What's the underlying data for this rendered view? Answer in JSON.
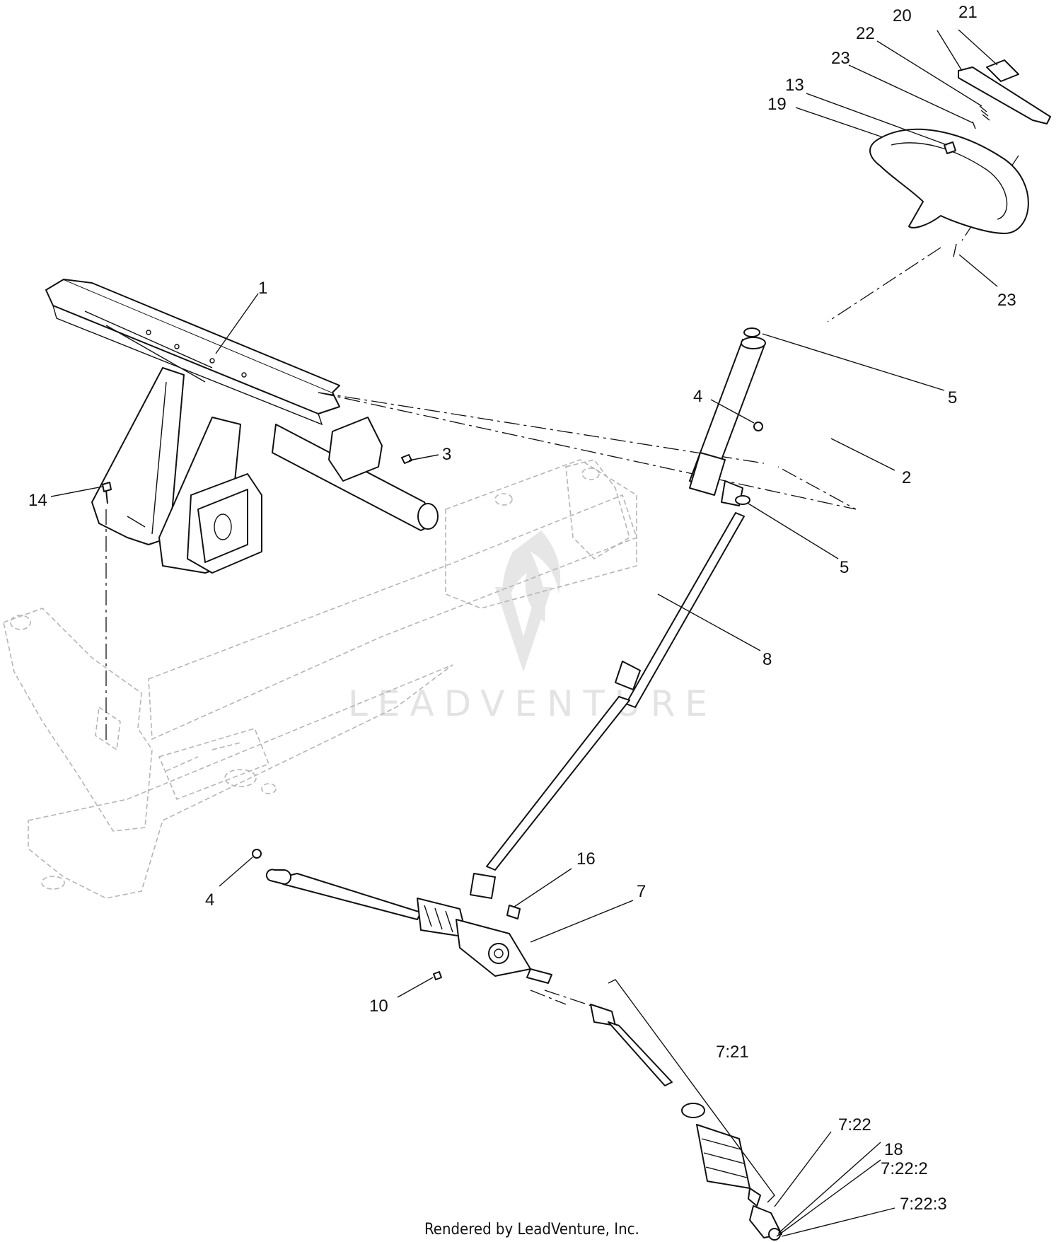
{
  "diagram": {
    "callouts": [
      {
        "id": "c1",
        "label": "1"
      },
      {
        "id": "c2",
        "label": "2"
      },
      {
        "id": "c3",
        "label": "3"
      },
      {
        "id": "c4a",
        "label": "4"
      },
      {
        "id": "c4b",
        "label": "4"
      },
      {
        "id": "c5a",
        "label": "5"
      },
      {
        "id": "c5b",
        "label": "5"
      },
      {
        "id": "c7",
        "label": "7"
      },
      {
        "id": "c8",
        "label": "8"
      },
      {
        "id": "c10",
        "label": "10"
      },
      {
        "id": "c13",
        "label": "13"
      },
      {
        "id": "c14",
        "label": "14"
      },
      {
        "id": "c16",
        "label": "16"
      },
      {
        "id": "c18",
        "label": "18"
      },
      {
        "id": "c19",
        "label": "19"
      },
      {
        "id": "c20",
        "label": "20"
      },
      {
        "id": "c21",
        "label": "21"
      },
      {
        "id": "c22",
        "label": "22"
      },
      {
        "id": "c23a",
        "label": "23"
      },
      {
        "id": "c23b",
        "label": "23"
      },
      {
        "id": "c7_21",
        "label": "7:21"
      },
      {
        "id": "c7_22",
        "label": "7:22"
      },
      {
        "id": "c7_22_2",
        "label": "7:22:2"
      },
      {
        "id": "c7_22_3",
        "label": "7:22:3"
      }
    ],
    "watermark": "LEADVENTURE",
    "footer": "Rendered by LeadVenture, Inc."
  }
}
